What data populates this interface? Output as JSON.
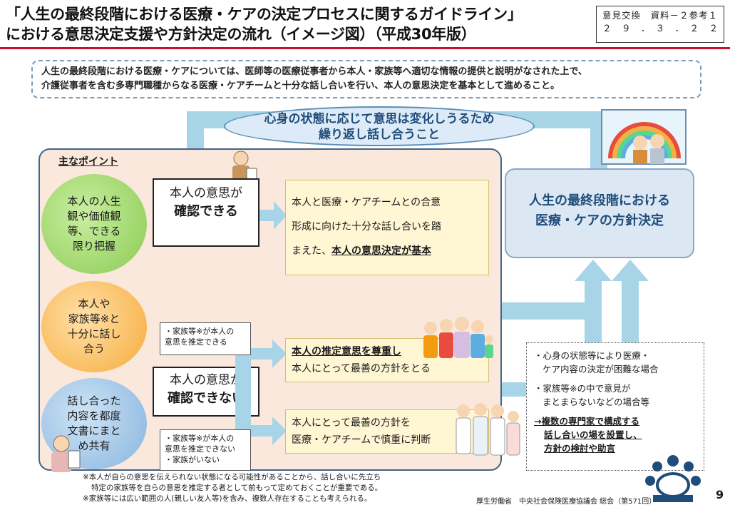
{
  "header": {
    "title_line1": "「人生の最終段階における医療・ケアの決定プロセスに関するガイドライン」",
    "title_line2": "における意思決定支援や方針決定の流れ（イメージ図）（平成30年版）",
    "meta_line1": "意見交換　資料－２参考１",
    "meta_line2": "２　９　．　３　．　２　２"
  },
  "intro": {
    "line1": "人生の最終段階における医療・ケアについては、医師等の医療従事者から本人・家族等へ適切な情報の提供と説明がなされた上で、",
    "line2": "介護従事者を含む多専門職種からなる医療・ケアチームと十分な話し合いを行い、本人の意思決定を基本として進めること。"
  },
  "cloud": {
    "line1": "心身の状態に応じて意思は変化しうるため",
    "line2": "繰り返し話し合うこと"
  },
  "points": {
    "label": "主なポイント",
    "circle1": [
      "本人の人生",
      "観や価値観",
      "等、できる",
      "限り把握"
    ],
    "circle2": [
      "本人や",
      "家族等※と",
      "十分に話し",
      "合う"
    ],
    "circle3": [
      "話し合った",
      "内容を都度",
      "文書にまと",
      "め共有"
    ]
  },
  "intent_yes": {
    "line1": "本人の意思が",
    "line2": "確認できる"
  },
  "intent_no": {
    "line1": "本人の意思が",
    "line2": "確認できない"
  },
  "box_yes": {
    "line1": "本人と医療・ケアチームとの合意",
    "line2": "形成に向けた十分な話し合いを踏",
    "line3_prefix": "まえた、",
    "line3_emphasis": "本人の意思決定が基本"
  },
  "family_can": {
    "line1": "・家族等※が本人の",
    "line2": "意思を推定できる"
  },
  "box_presumed": {
    "line1": "本人の推定意思を尊重し",
    "line2": "本人にとって最善の方針をとる"
  },
  "family_cannot": {
    "line1": "・家族等※が本人の",
    "line2": "意思を推定できない",
    "line3": "・家族がいない"
  },
  "box_best": {
    "line1": "本人にとって最善の方針を",
    "line2": "医療・ケアチームで慎重に判断"
  },
  "decision": {
    "line1": "人生の最終段階における",
    "line2": "医療・ケアの方針決定"
  },
  "note": {
    "item1_line1": "・心身の状態等により医療・",
    "item1_line2": "ケア内容の決定が困難な場合",
    "item2_line1": "・家族等※の中で意見が",
    "item2_line2": "まとまらないなどの場合等",
    "conclusion_line1": "→複数の専門家で構成する",
    "conclusion_line2": "話し合いの場を設置し、",
    "conclusion_line3": "方針の検討や助言"
  },
  "footnote": {
    "line1": "※本人が自らの意思を伝えられない状態になる可能性があることから、話し合いに先立ち",
    "line2": "特定の家族等を自らの意思を推定する者として前もって定めておくことが重要である。",
    "line3": "※家族等には広い範囲の人(親しい友人等)を含み、複数人存在することも考えられる。"
  },
  "source": "厚生労働省　中央社会保険医療協議会 総会（第571回）",
  "page_number": "9",
  "colors": {
    "accent_red": "#c8102e",
    "arrow_blue": "#a8d4e8",
    "panel_peach": "#fbe8dd",
    "decision_blue": "#1f4c7a"
  },
  "icons": [
    "elderly-person-icon",
    "family-group-icon",
    "care-team-icon",
    "rainbow-window-icon",
    "meeting-table-icon",
    "nurse-person-icon"
  ]
}
